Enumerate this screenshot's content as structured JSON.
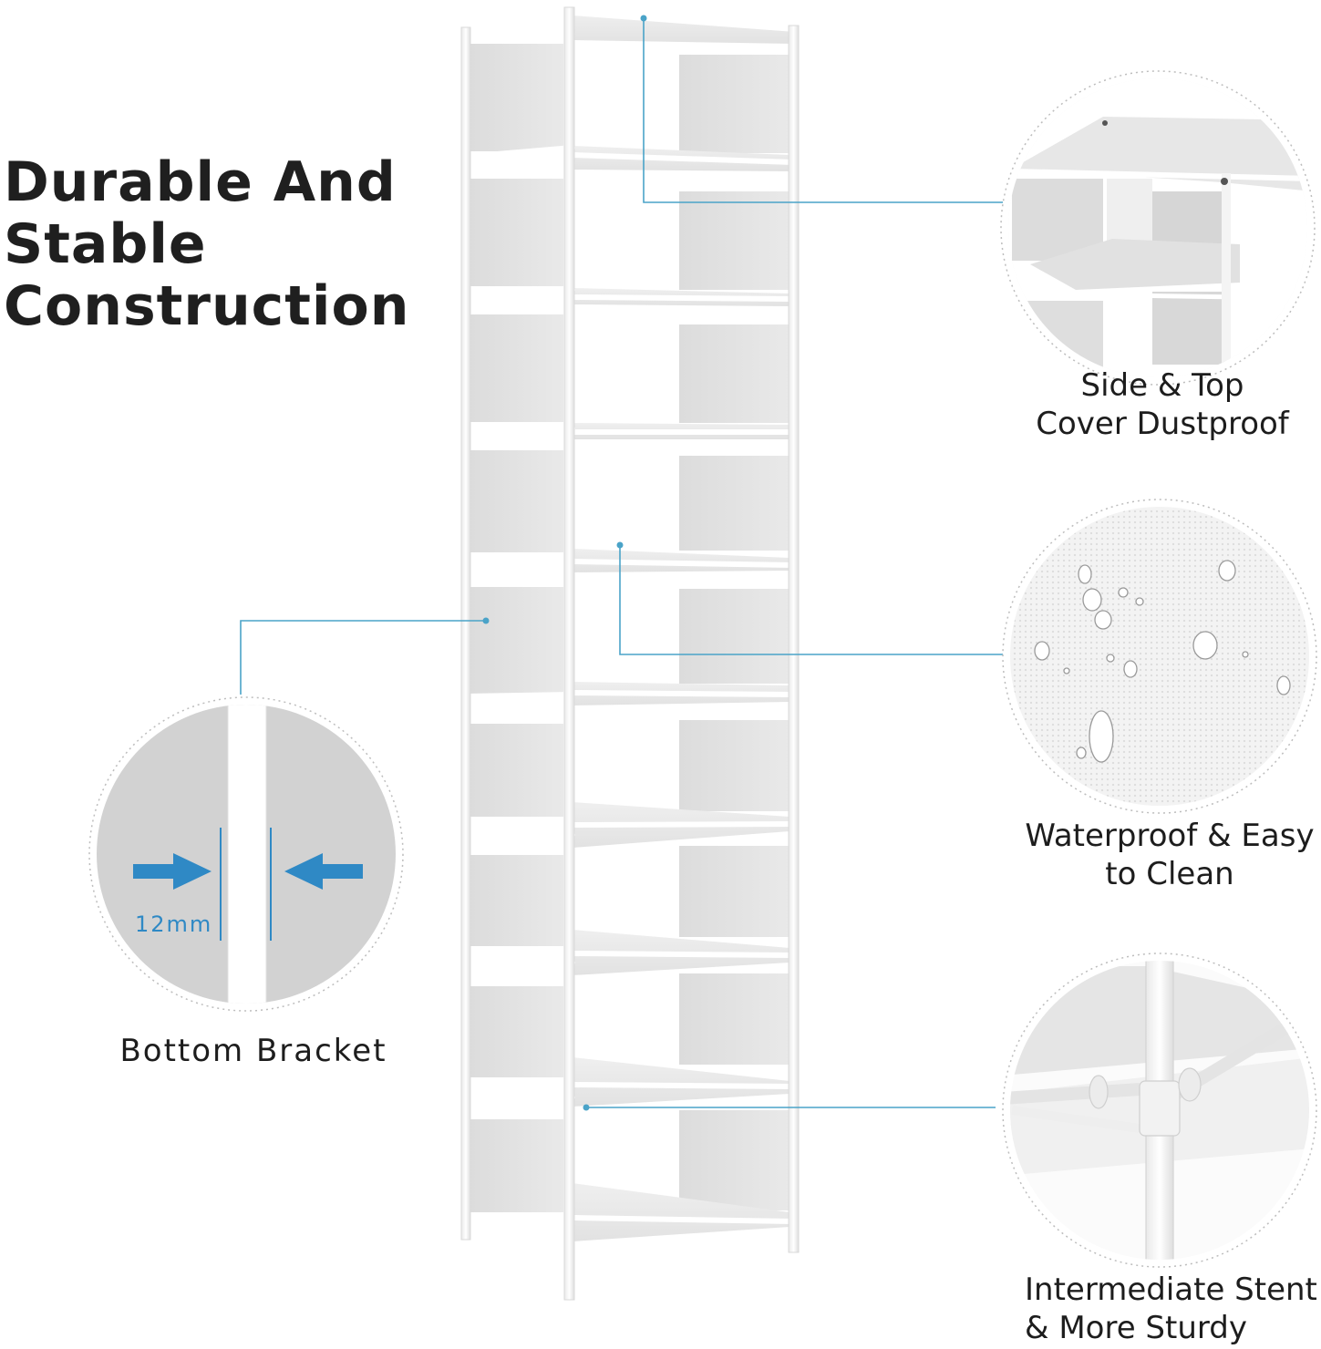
{
  "headline": {
    "line1": "Durable And",
    "line2": "Stable",
    "line3": "Construction"
  },
  "features": {
    "dustproof": {
      "line1": "Side & Top",
      "line2": "Cover Dustproof"
    },
    "waterproof": {
      "line1": "Waterproof & Easy",
      "line2": "to Clean"
    },
    "sturdy": {
      "line1": "Intermediate Stent",
      "line2": "& More Sturdy"
    },
    "bracket": {
      "label": "Bottom Bracket",
      "dimension": "12mm"
    }
  },
  "colors": {
    "accent": "#2f89c5",
    "leader_line": "#4aa3c8",
    "panel": "#e2e2e2",
    "frame": "#ffffff"
  },
  "icons": {
    "bracket_arrows": "arrow-pair-icon",
    "water_drops": "water-drop-icon"
  }
}
